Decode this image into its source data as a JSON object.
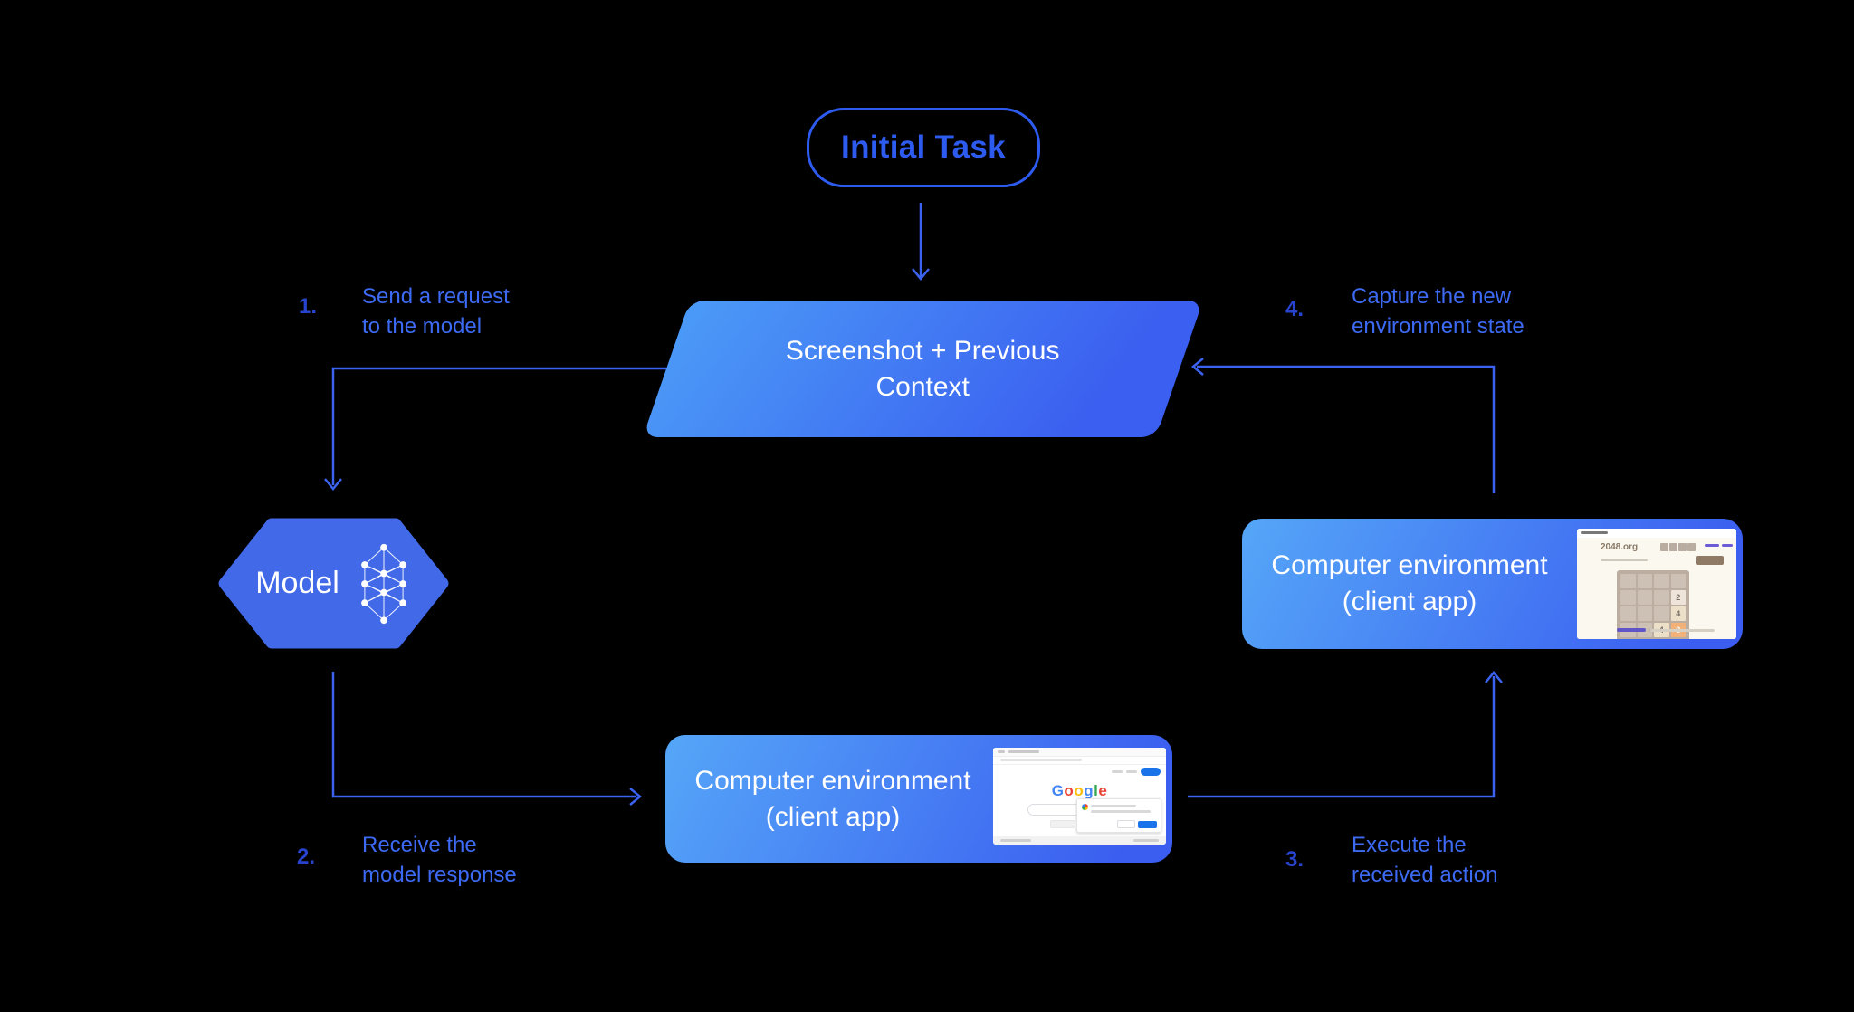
{
  "diagram": {
    "initial_task": {
      "label": "Initial Task"
    },
    "context_node": {
      "line1": "Screenshot + Previous",
      "line2": "Context"
    },
    "model_node": {
      "label": "Model"
    },
    "env_bottom": {
      "line1": "Computer environment",
      "line2": "(client app)"
    },
    "env_right": {
      "line1": "Computer environment",
      "line2": "(client app)"
    },
    "steps": [
      {
        "number": "1.",
        "line1": "Send a request",
        "line2": "to the model"
      },
      {
        "number": "2.",
        "line1": "Receive the",
        "line2": "model response"
      },
      {
        "number": "3.",
        "line1": "Execute the",
        "line2": "received action"
      },
      {
        "number": "4.",
        "line1": "Capture the new",
        "line2": "environment state"
      }
    ]
  },
  "colors": {
    "background": "#000000",
    "outline_blue": "#2e5bef",
    "label_blue": "#3d6af2",
    "number_blue": "#2843cd",
    "arrow_blue": "#3c63f0",
    "node_gradient_start": "#55a6f8",
    "node_gradient_end": "#3b5ef0",
    "hexagon_fill": "#4169e8",
    "text_white": "#ffffff"
  },
  "thumbnails": {
    "google_page": {
      "logo_letters": [
        {
          "ch": "G",
          "color": "#4285F4"
        },
        {
          "ch": "o",
          "color": "#EA4335"
        },
        {
          "ch": "o",
          "color": "#FBBC05"
        },
        {
          "ch": "g",
          "color": "#4285F4"
        },
        {
          "ch": "l",
          "color": "#34A853"
        },
        {
          "ch": "e",
          "color": "#EA4335"
        }
      ]
    },
    "game_2048": {
      "site_title": "2048.org",
      "tiles": [
        {
          "value": "2",
          "bg": "#eee4da",
          "fg": "#776e65"
        },
        {
          "value": "4",
          "bg": "#ede0c8",
          "fg": "#776e65"
        },
        {
          "value": "4",
          "bg": "#ede0c8",
          "fg": "#776e65"
        },
        {
          "value": "8",
          "bg": "#f2b179",
          "fg": "#f9f6f2"
        }
      ]
    }
  }
}
